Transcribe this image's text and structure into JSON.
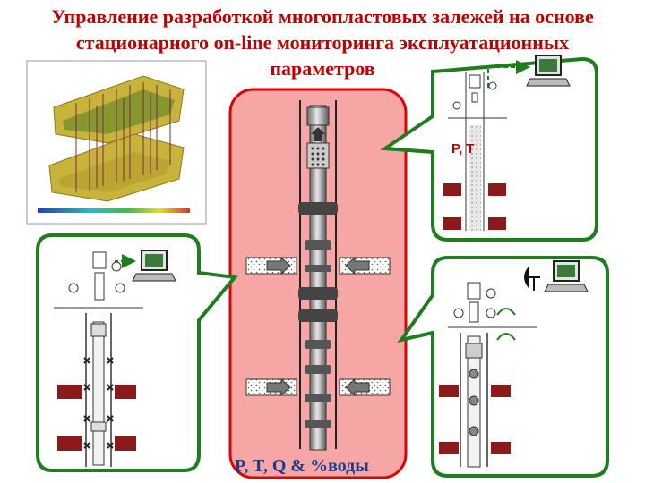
{
  "title": {
    "line1": "Управление разработкой многопластовых залежей на основе",
    "line2": "стационарного on-line мониторинга эксплуатационных",
    "line3": "параметров"
  },
  "labels": {
    "pt": "P, T",
    "ptq": "P, T, Q & %воды"
  },
  "colors": {
    "title": "#c00000",
    "panel_border": "#1e7d1e",
    "center_fill": "#f7a6a6",
    "center_border": "#e00000",
    "zone_band": "#8b1a1a",
    "reservoir": "#c8b43a",
    "bottom_label": "#1f3b8c"
  },
  "icons": [
    "reservoir-model-image",
    "computer-icon",
    "wellhead-icon",
    "downhole-string-icon",
    "flow-arrow-icon",
    "satellite-dish-icon"
  ]
}
